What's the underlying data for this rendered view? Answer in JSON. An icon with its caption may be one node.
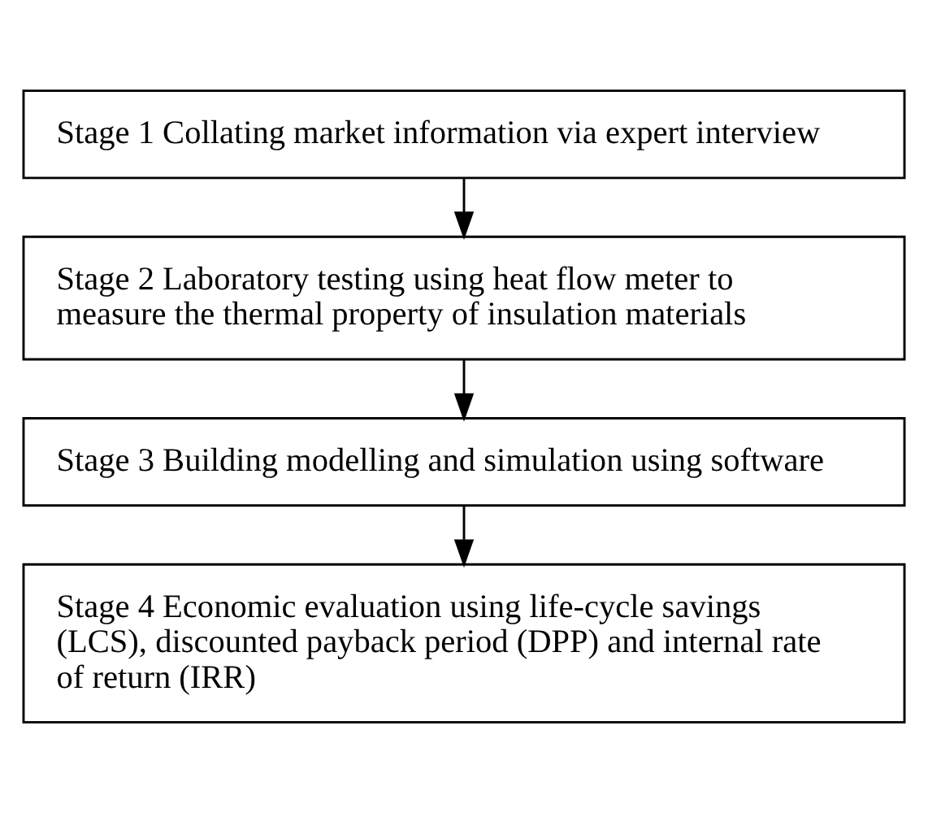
{
  "diagram": {
    "nodes": [
      {
        "text": [
          "Stage 1 Collating market information via expert interview"
        ]
      },
      {
        "text": [
          "Stage 2 Laboratory testing using heat flow meter to measure the thermal property of insulation materials"
        ]
      },
      {
        "text": [
          "Stage 3 Building modelling and simulation using software"
        ]
      },
      {
        "text": [
          "Stage 4 Economic evaluation using life-cycle savings (LCS), discounted payback period (DPP) and internal rate of return (IRR)"
        ]
      }
    ],
    "edges": [
      {
        "from": 0,
        "to": 1,
        "arrow": "to"
      },
      {
        "from": 1,
        "to": 2,
        "arrow": "to"
      },
      {
        "from": 2,
        "to": 3,
        "arrow": "to"
      }
    ]
  }
}
